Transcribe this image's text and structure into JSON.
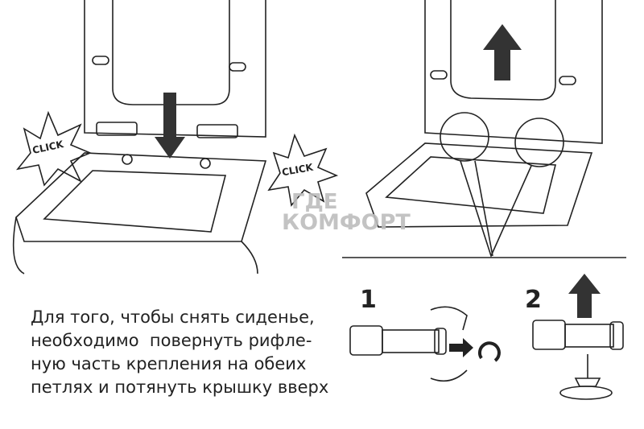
{
  "click_labels": [
    "CLICK",
    "CLICK"
  ],
  "step_numbers": [
    "1",
    "2"
  ],
  "instruction_lines": [
    "Для того, чтобы снять сиденье,",
    "необходимо  повернуть рифле-",
    "ную часть крепления на обеих",
    "петлях и потянуть крышку вверх"
  ],
  "watermark": {
    "line1": "ГДЕ",
    "line2": "КОМФОРТ"
  },
  "colors": {
    "ink": "#222222",
    "arrow": "#333333",
    "watermark": "#bdbdbd"
  }
}
